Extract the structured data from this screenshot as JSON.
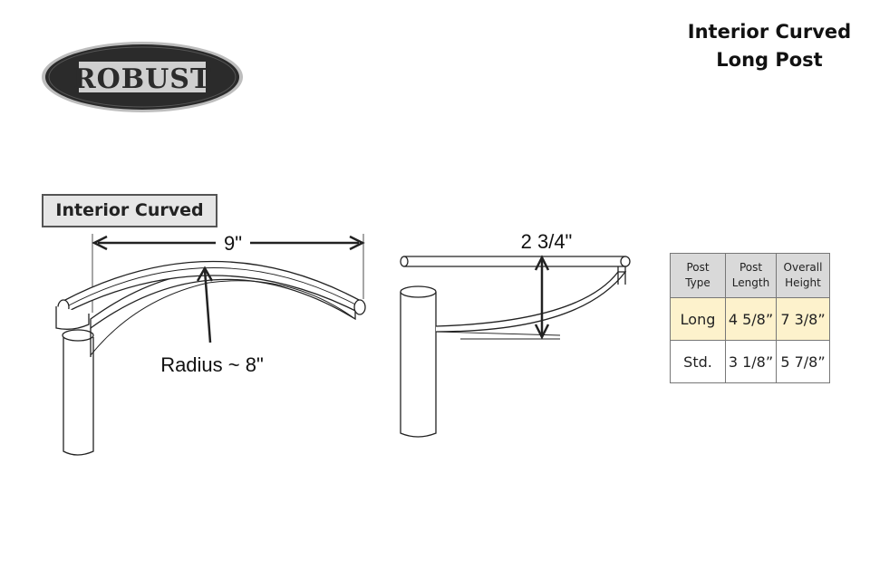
{
  "logo": {
    "text": "ROBUST"
  },
  "page_title": {
    "line1": "Interior Curved",
    "line2": "Long Post"
  },
  "section_label": "Interior Curved",
  "front_view": {
    "width_dim": "9\"",
    "radius_label": "Radius ~ 8\""
  },
  "side_view": {
    "height_dim": "2 3/4\""
  },
  "table": {
    "headers": [
      {
        "line1": "Post",
        "line2": "Type"
      },
      {
        "line1": "Post",
        "line2": "Length"
      },
      {
        "line1": "Overall",
        "line2": "Height"
      }
    ],
    "rows": [
      {
        "type": "Long",
        "length": "4 5/8”",
        "height": "7 3/8”",
        "highlight": "#fdf2cc"
      },
      {
        "type": "Std.",
        "length": "3 1/8”",
        "height": "5 7/8”"
      }
    ]
  },
  "colors": {
    "logo_dark": "#2b2b2b",
    "header_bg": "#d9d9d9",
    "label_bg": "#e6e6e6"
  }
}
